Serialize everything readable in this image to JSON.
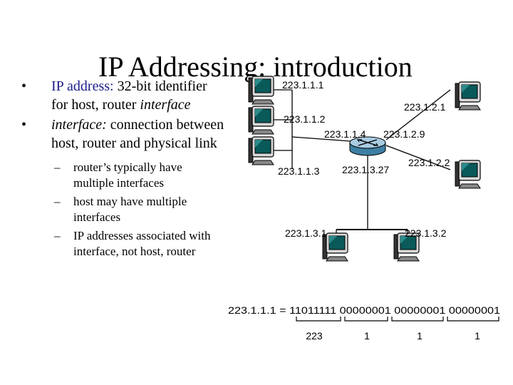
{
  "slide": {
    "title": "IP Addressing: introduction",
    "bullets": [
      {
        "lead": "IP address:",
        "rest": " 32-bit identifier for host, router ",
        "tail": "interface"
      },
      {
        "lead": "interface:",
        "rest": " connection between host, router and physical link"
      }
    ],
    "sub_bullets": [
      "router’s typically have multiple interfaces",
      "host may have multiple interfaces",
      "IP addresses associated with interface, not host, router"
    ],
    "bullet_mark": "•",
    "sub_mark": "–"
  },
  "network": {
    "addresses": {
      "h1": "223.1.1.1",
      "h2": "223.1.1.2",
      "r1": "223.1.1.4",
      "h3": "223.1.1.3",
      "r2": "223.1.2.9",
      "h4": "223.1.2.1",
      "h5": "223.1.2.2",
      "r3": "223.1.3.27",
      "h6": "223.1.3.1",
      "h7": "223.1.3.2"
    },
    "binary": {
      "equation": "223.1.1.1 = 11011111 00000001 00000001 00000001",
      "octets": [
        "223",
        "1",
        "1",
        "1"
      ]
    }
  },
  "colors": {
    "text": "#000000",
    "accent": "#1c1c8c",
    "monitor_screen": "#0a5a5a"
  }
}
